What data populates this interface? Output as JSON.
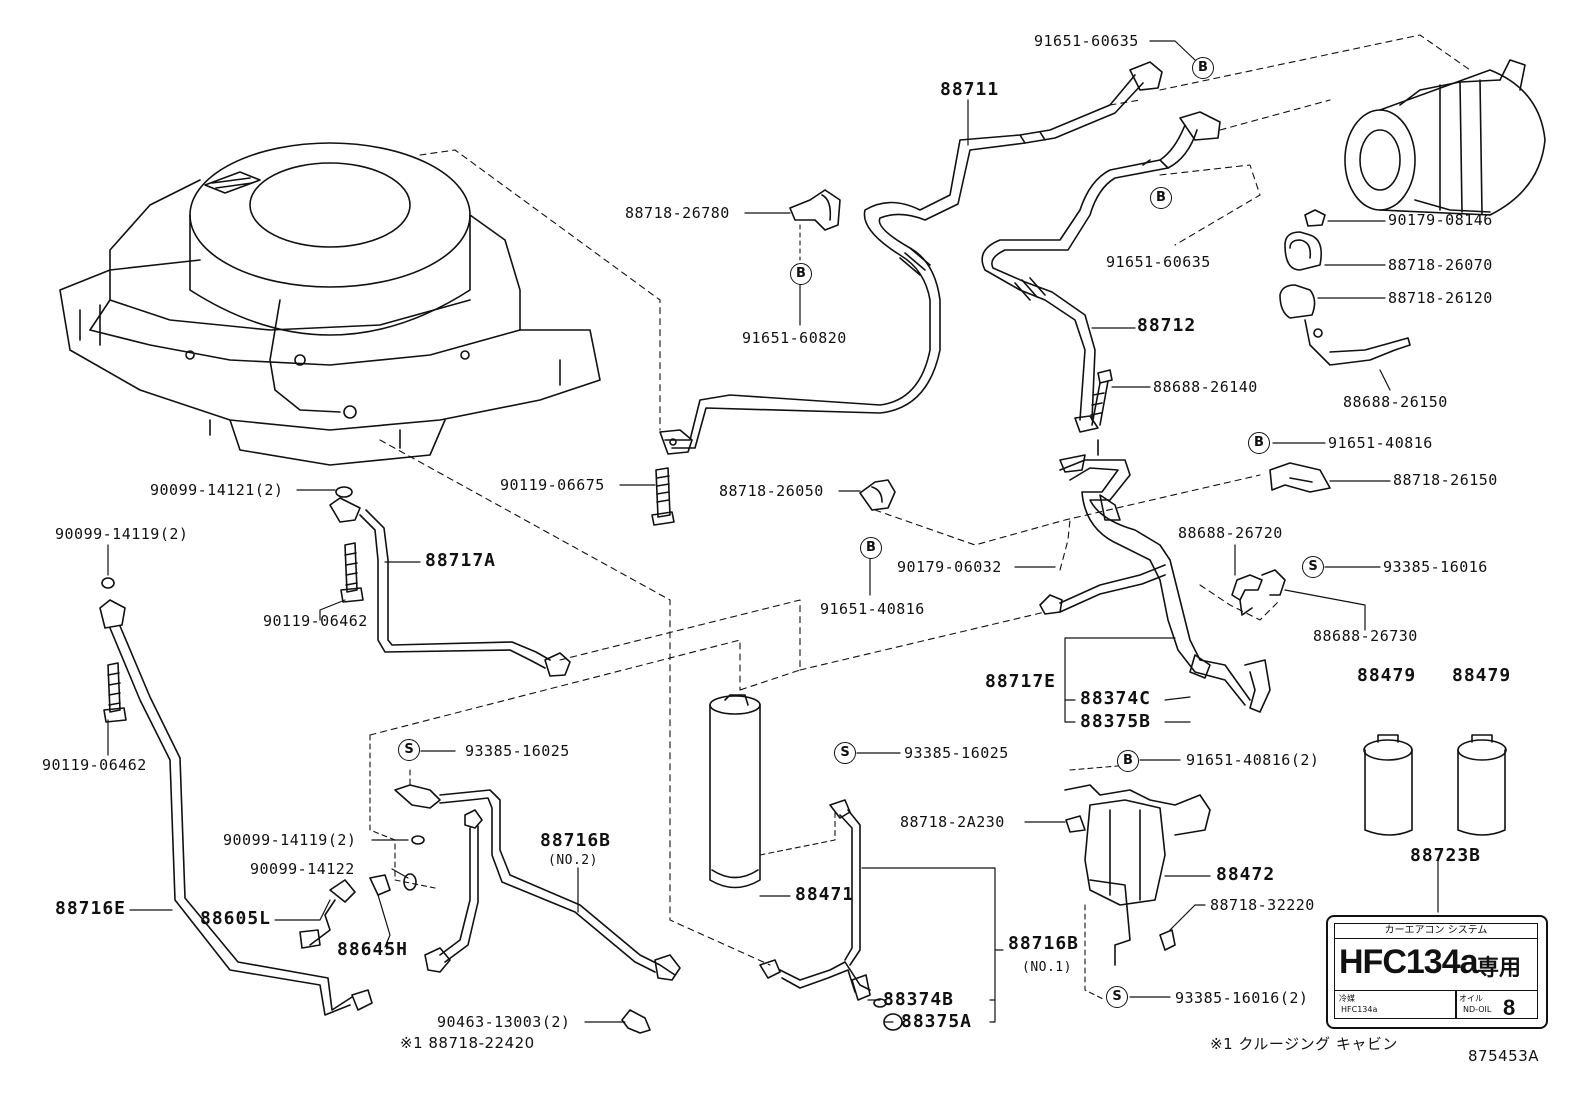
{
  "diagram": {
    "code": "875453A",
    "footnote_left": "※1 88718-22420",
    "footnote_right": "※1 クルージング キャビン",
    "circle_b": "B",
    "circle_s": "S"
  },
  "labels": {
    "p88711": "88711",
    "p91651_60635_top": "91651-60635",
    "p91651_60635_mid": "91651-60635",
    "p88718_26780": "88718-26780",
    "p91651_60820": "91651-60820",
    "p90179_08146": "90179-08146",
    "p88718_26070": "88718-26070",
    "p88718_26120": "88718-26120",
    "p88712": "88712",
    "p88688_26150": "88688-26150",
    "p88688_26140": "88688-26140",
    "p91651_40816_r": "91651-40816",
    "p88718_26150": "88718-26150",
    "p90099_14121": "90099-14121(2)",
    "p90119_06675": "90119-06675",
    "p88718_26050": "88718-26050",
    "p90099_14119_l": "90099-14119(2)",
    "p88717A": "88717A",
    "p88688_26720": "88688-26720",
    "p90179_06032": "90179-06032",
    "p93385_16016": "93385-16016",
    "p90119_06462_a": "90119-06462",
    "p91651_40816_c": "91651-40816",
    "p88688_26730": "88688-26730",
    "p88717E": "88717E",
    "p88374C": "88374C",
    "p88375B": "88375B",
    "p88479_a": "88479",
    "p88479_b": "88479",
    "p90119_06462_b": "90119-06462",
    "p93385_16025_l": "93385-16025",
    "p93385_16025_c": "93385-16025",
    "p91651_40816_2": "91651-40816(2)",
    "p90099_14119_c": "90099-14119(2)",
    "p88716B": "88716B",
    "p88716B_no2": "(NO.2)",
    "p90099_14122": "90099-14122",
    "p88718_2A230": "88718-2A230",
    "p88723B": "88723B",
    "p88716E": "88716E",
    "p88605L": "88605L",
    "p88645H": "88645H",
    "p88471": "88471",
    "p88472": "88472",
    "p88718_32220": "88718-32220",
    "p88716B_c": "88716B",
    "p88716B_no1": "(NO.1)",
    "p88374B": "88374B",
    "p88375A": "88375A",
    "p90463_13003": "90463-13003(2)",
    "p93385_16016_2": "93385-16016(2)"
  },
  "sticker": {
    "header": "カーエアコン システム",
    "main": "HFC134a",
    "suffix": "専用",
    "refrigerant_label": "冷媒",
    "refrigerant_value": "HFC134a",
    "oil_label": "オイル",
    "oil_value": "ND-OIL",
    "oil_number": "8"
  }
}
